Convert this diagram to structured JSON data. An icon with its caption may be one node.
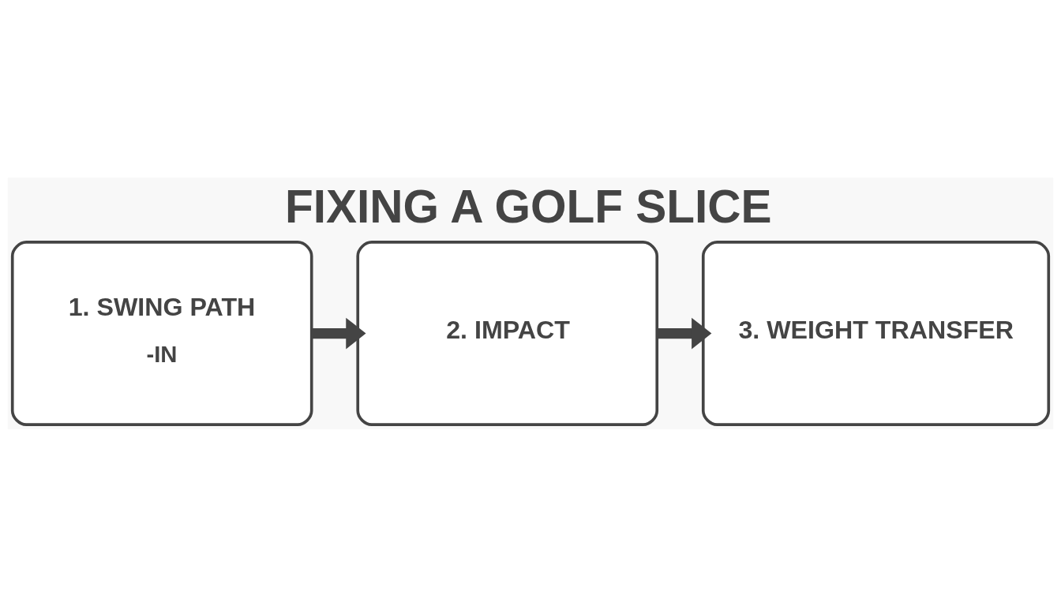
{
  "diagram": {
    "title": "FIXING A GOLF SLICE",
    "nodes": [
      {
        "text": [
          "1. SWING PATH",
          "-IN"
        ]
      },
      {
        "text": [
          "2. IMPACT"
        ]
      },
      {
        "text": [
          "3. WEIGHT TRANSFER"
        ]
      }
    ],
    "edges": [
      {
        "from": 0,
        "to": 1,
        "arrow": "to"
      },
      {
        "from": 1,
        "to": 2,
        "arrow": "to"
      }
    ]
  }
}
